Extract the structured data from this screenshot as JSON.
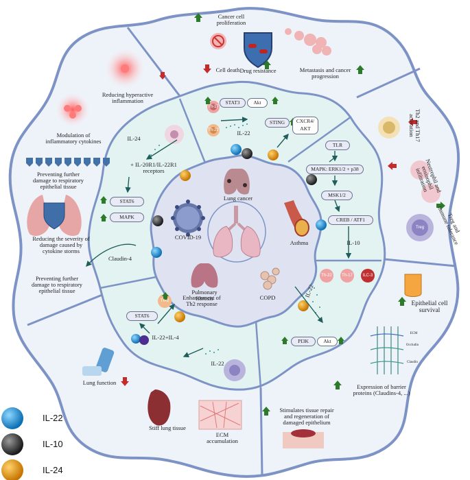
{
  "outer": {
    "cancer_cell_proliferation": "Cancer cell\nproliferation",
    "cell_death": "Cell death",
    "drug_resistance": "Drug resistance",
    "metastasis": "Metastasis and cancer\nprogression",
    "reducing_hyperactive": "Reducing hyperactive\ninflammation",
    "modulation": "Modulation of\ninflammatory cytokines",
    "preventing_top": "Preventing further\ndamage to respiratory\nepithelial tissue",
    "reducing_severity": "Reducing the severity of\ndamage caused by\ncytokine storms",
    "preventing_left": "Preventing further\ndamage to respiratory\nepithelial tissue",
    "th2_th17": "Th2 and Th17\nactivation",
    "neutrophil": "Neutrophil and\neosinophil\ninfiltration",
    "treg": "Treg and\nimmune tolerance",
    "epithelial_survival": "Epithelial cell\nsurvival",
    "expression": "Expression of barrier\nproteins (Claudins-4, ...)",
    "stimulates": "Stimulates tissue repair\nand regeneration of\ndamaged epithelium",
    "ecm": "ECM\naccumulation",
    "stiff_lung": "Stiff lung tissue",
    "lung_function": "Lung function",
    "ecm_label": "ECM",
    "occludin": "Occludin",
    "claudin_small": "Claudin"
  },
  "middle": {
    "stat3": "STAT3",
    "akt_top": "Akt",
    "il22_top": "IL-22",
    "sting": "STING",
    "cxcr4": "CXCR4/\nAKT",
    "il24": "IL-24",
    "receptors": "+ IL-20R1/IL-22R1\nreceptors",
    "stat6_left": "STAT6",
    "mapk_left": "MAPK",
    "claudin4": "Claudin-4",
    "tlr": "TLR",
    "mapk_erk": "MAPK: ERK1/2 + p38",
    "msk": "MSK1/2",
    "creb": "CREB / ATF1",
    "il10": "IL-10",
    "stat6_bottom": "STAT6",
    "enhancement": "Enhancement of\nTh2 response",
    "il22_il4": "IL-22+IL-4",
    "il22_bottom": "IL-22",
    "il22_right": "IL-22",
    "pi3k": "PI3K",
    "akt_right": "Akt",
    "th17": "Th-17",
    "th22": "Th-22",
    "ilc3": "ILC-3",
    "th2": "Th-2",
    "treg": "Treg"
  },
  "center": {
    "lung_cancer": "Lung cancer",
    "covid": "COVID-19",
    "asthma": "Asthma",
    "fibrosis": "Pulmonary\nfibrosis",
    "copd": "COPD"
  },
  "legend": [
    {
      "label": "IL-22",
      "color": "#1f8fd6"
    },
    {
      "label": "IL-10",
      "color": "#3a3a3a"
    },
    {
      "label": "IL-24",
      "color": "#e79c1c"
    }
  ],
  "colors": {
    "outer_ring": "#edf1f8",
    "middle_ring": "#e3f3f2",
    "center": "#dfe3f1",
    "border": "#7d93c5",
    "up_arrow": "#2d7a2a",
    "down_arrow": "#c62b2b"
  }
}
